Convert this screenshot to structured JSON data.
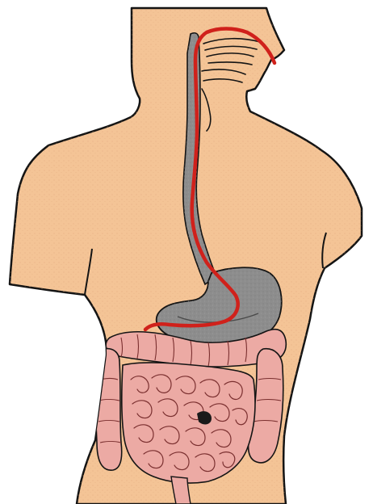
{
  "figure": {
    "colors": {
      "background": "#ffffff",
      "skin": "#f4c496",
      "outline": "#141414",
      "esophagus_stomach": "#8d8d8d",
      "stomach_edge": "#4a4a4a",
      "intestine": "#ecaaa4",
      "intestine_line": "#7a2f2f",
      "food_path": "#d0211b"
    },
    "parts": [
      "body-outline",
      "nasal-cavity",
      "esophagus",
      "stomach",
      "large-intestine",
      "small-intestine",
      "food-path"
    ]
  }
}
